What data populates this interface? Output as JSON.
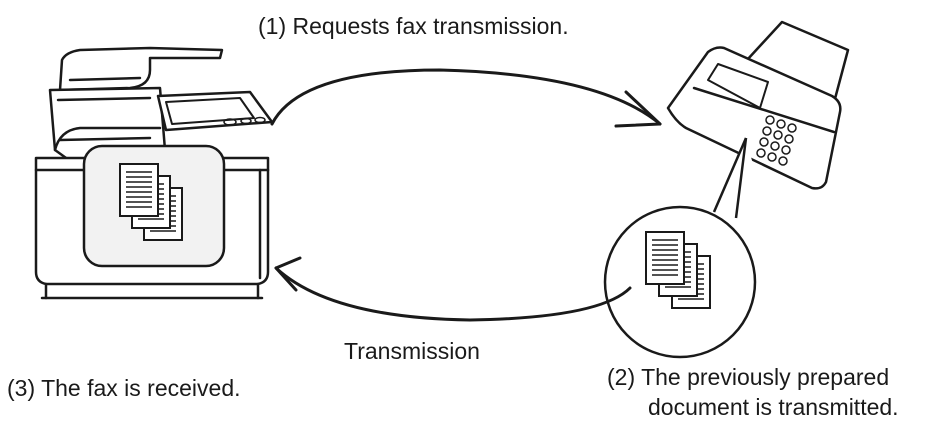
{
  "labels": {
    "step1": "(1) Requests fax transmission.",
    "step2_line1": "(2) The previously prepared",
    "step2_line2": "document is transmitted.",
    "step3": "(3) The fax is received.",
    "transmission": "Transmission"
  },
  "icons": {
    "left_device": "multifunction-printer-icon",
    "right_device": "fax-machine-icon",
    "stored_docs": "stacked-documents-icon",
    "zoom_docs": "stacked-documents-icon",
    "request_arrow": "curved-arrow-right-icon",
    "transmission_arrow": "curved-arrow-left-icon"
  },
  "colors": {
    "stroke": "#1a1a1a",
    "panel_fill": "#f2f2f2",
    "background": "#ffffff"
  }
}
